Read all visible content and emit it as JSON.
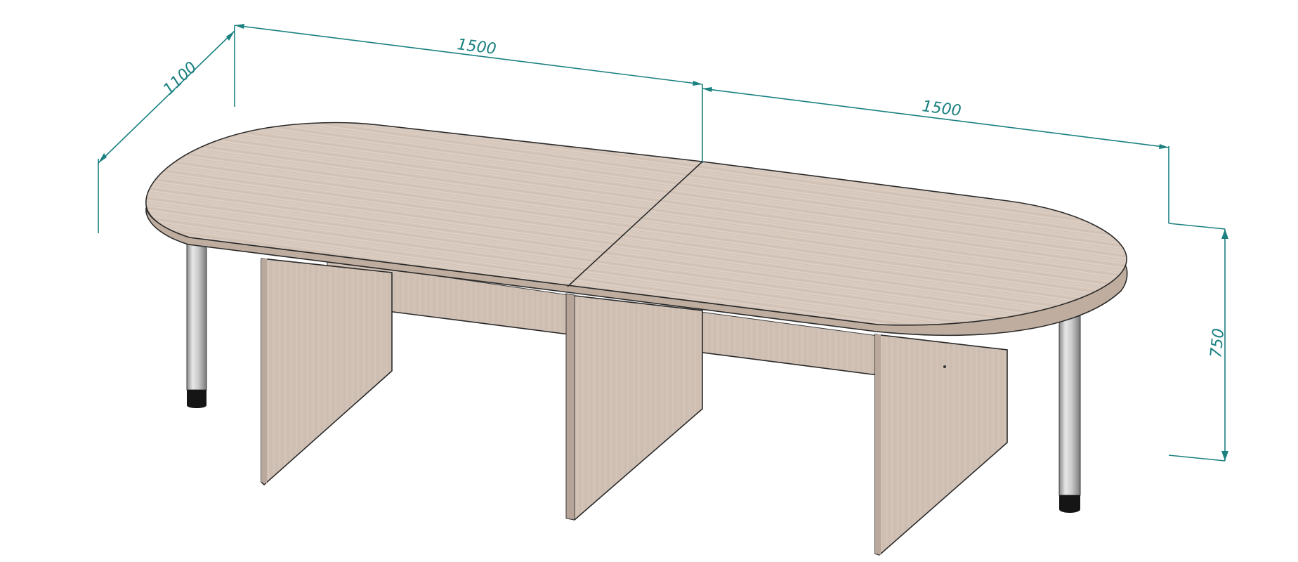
{
  "colors": {
    "dimension": "#1a8080",
    "wood_top": "#d9cbc0",
    "wood_side": "#cdbdb1",
    "wood_edge": "#bfae9f",
    "leg_metal": "#c8c8c8",
    "leg_foot": "#1a1a1a"
  },
  "dimensions": {
    "length_left": "1500",
    "length_right": "1500",
    "depth": "1100",
    "height": "750"
  }
}
